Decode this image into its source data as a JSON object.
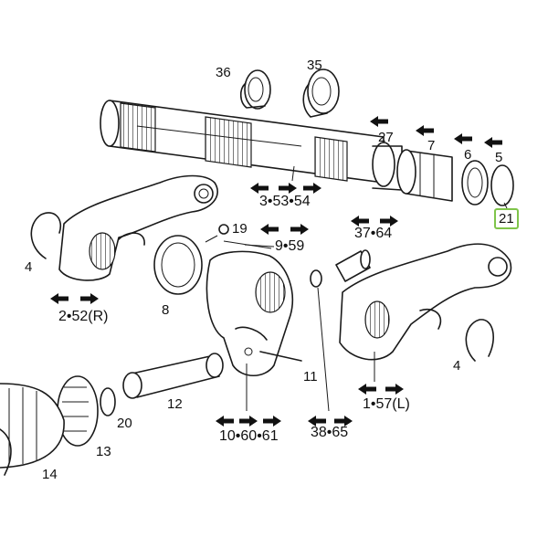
{
  "callouts": {
    "c36": "36",
    "c35": "35",
    "c27": "27",
    "c7": "7",
    "c6": "6",
    "c5": "5",
    "c21": "21",
    "c3_53_54": "3•53•54",
    "c19": "19",
    "c9_59": "9•59",
    "c37_64": "37•64",
    "c4_left": "4",
    "c2_52r": "2•52(R)",
    "c8": "8",
    "c11": "11",
    "c1_57l": "1•57(L)",
    "c4_right": "4",
    "c12": "12",
    "c20": "20",
    "c13": "13",
    "c14": "14",
    "c10_60_61": "10•60•61",
    "c38_65": "38•65"
  },
  "colors": {
    "line": "#1a1a1a",
    "highlight": "#7fc44a",
    "background": "#ffffff"
  }
}
